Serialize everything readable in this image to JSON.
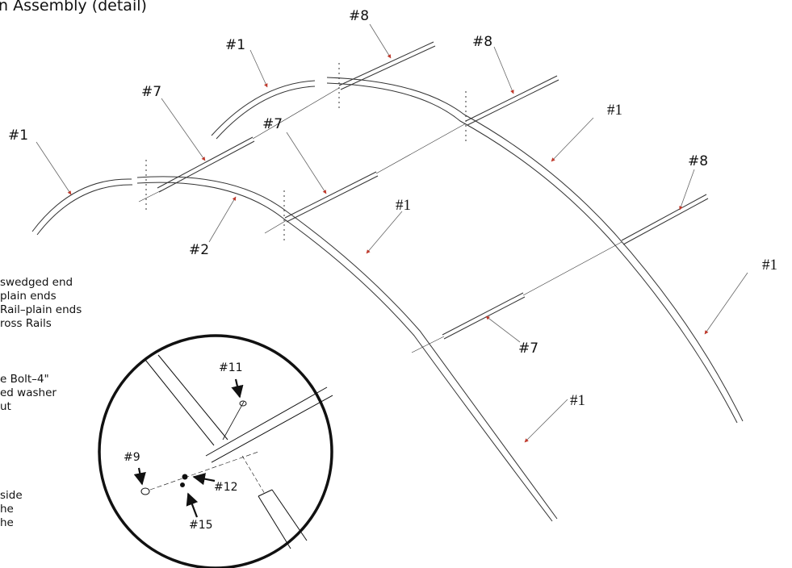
{
  "title": "n Assembly (detail)",
  "legend_top": [
    "swedged end",
    "plain ends",
    "Rail–plain ends",
    "ross Rails"
  ],
  "legend_mid": [
    "e Bolt–4\"",
    "ed washer",
    "ut"
  ],
  "legend_bot": [
    "side",
    "he",
    "he"
  ],
  "callouts": {
    "p1_top": "#1",
    "p8_top_left": "#8",
    "p8_top_right": "#8",
    "p7_upper": "#7",
    "p1_left": "#1",
    "p7_mid": "#7",
    "p1_right_upper": "#1",
    "p8_right": "#8",
    "p1_center": "#1",
    "p2": "#2",
    "p1_far_right": "#1",
    "p7_lower": "#7",
    "p1_lower": "#1"
  },
  "detail": {
    "p11": "#11",
    "p9": "#9",
    "p12": "#12",
    "p15": "#15"
  },
  "colors": {
    "pointer_tip": "#c0392b",
    "line": "#222222"
  }
}
